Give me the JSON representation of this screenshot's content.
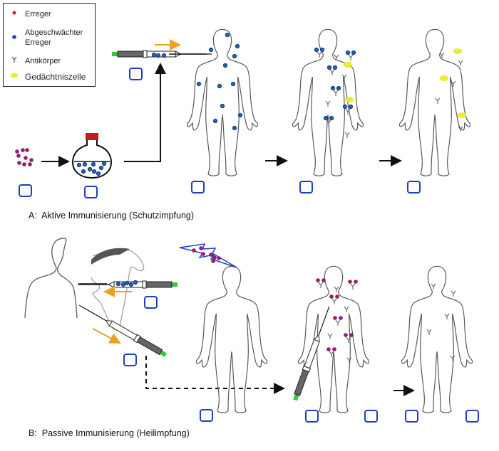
{
  "legend": {
    "items": [
      {
        "symbol": "red-dot-icon",
        "label": "Erreger",
        "color": "#d01c1c"
      },
      {
        "symbol": "blue-dot-icon",
        "label": "Abgeschwächter",
        "label2": "Erreger",
        "color": "#1a3fc4"
      },
      {
        "symbol": "antibody-icon",
        "label": "Antikörper",
        "color": "#555555"
      },
      {
        "symbol": "memory-cell-icon",
        "label": "Gedächtniszelle",
        "color": "#e8ee2a"
      }
    ]
  },
  "sections": {
    "a": {
      "caption": "A:  Aktive Immunisierung (Schutzimpfung)"
    },
    "b": {
      "caption": "B:  Passive Immunisierung (Heilimpfung)"
    }
  },
  "colors": {
    "checkbox_border": "#1f3fbf",
    "arrow": "#111111",
    "injection_arrow": "#f0a020",
    "pathogen": "#7a1a8a",
    "pathogen_core": "#d01c1c",
    "weakened": "#1a4fa0",
    "cork": "#c41a1a",
    "plunger_tip": "#2ecc40",
    "body_outline": "#555555",
    "memory_cell": "#e8ee2a"
  },
  "checkboxes": {
    "a": [
      "pathogens",
      "flask",
      "syringe",
      "body1",
      "body2",
      "body3"
    ],
    "b": [
      "horse-syringe",
      "patient-syringe",
      "body1",
      "body2-left",
      "body2-right",
      "body3-left",
      "body3-right"
    ]
  }
}
